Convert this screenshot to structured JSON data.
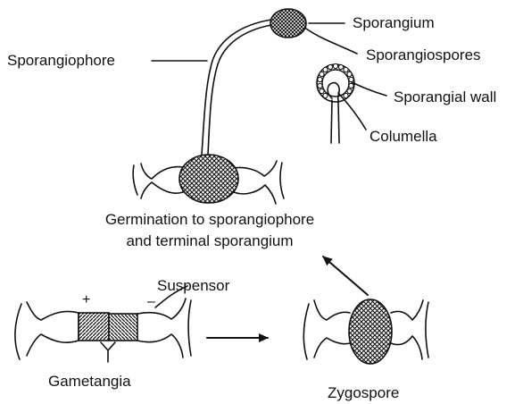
{
  "labels": {
    "sporangium": "Sporangium",
    "sporangiophore": "Sporangiophore",
    "sporangiospores": "Sporangiospores",
    "sporangial_wall": "Sporangial wall",
    "columella": "Columella",
    "germination_line1": "Germination to sporangiophore",
    "germination_line2": "and terminal sporangium",
    "suspensor": "Suspensor",
    "plus": "+",
    "minus": "–",
    "gametangia": "Gametangia",
    "zygospore": "Zygospore"
  },
  "colors": {
    "ink": "#111111",
    "background": "#ffffff"
  }
}
